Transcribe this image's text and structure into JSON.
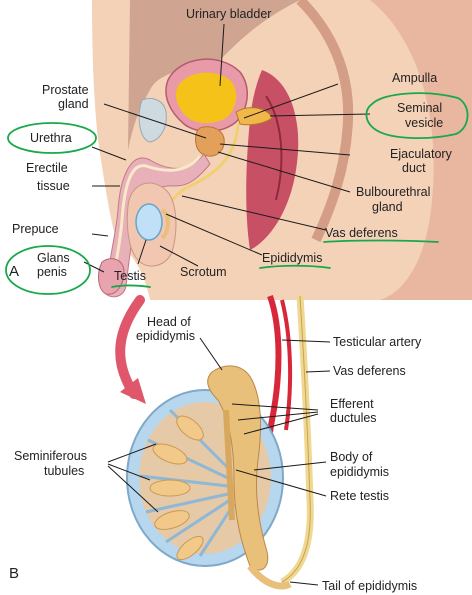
{
  "panel_a": {
    "panel_label": "A",
    "labels": {
      "urinary_bladder": "Urinary bladder",
      "prostate_line1": "Prostate",
      "prostate_line2": "gland",
      "urethra": "Urethra",
      "erectile_line1": "Erectile",
      "erectile_line2": "tissue",
      "prepuce": "Prepuce",
      "glans_line1": "Glans",
      "glans_line2": "penis",
      "testis": "Testis",
      "scrotum": "Scrotum",
      "epididymis": "Epididymis",
      "vas_deferens": "Vas deferens",
      "ampulla": "Ampulla",
      "seminal_line1": "Seminal",
      "seminal_line2": "vesicle",
      "ejaculatory_line1": "Ejaculatory",
      "ejaculatory_line2": "duct",
      "bulbourethral_line1": "Bulbourethral",
      "bulbourethral_line2": "gland"
    }
  },
  "panel_b": {
    "panel_label": "B",
    "labels": {
      "head_line1": "Head of",
      "head_line2": "epididymis",
      "testicular_artery": "Testicular artery",
      "vas_deferens": "Vas deferens",
      "efferent_line1": "Efferent",
      "efferent_line2": "ductules",
      "seminiferous_line1": "Seminiferous",
      "seminiferous_line2": "tubules",
      "body_line1": "Body of",
      "body_line2": "epididymis",
      "rete_testis": "Rete testis",
      "tail": "Tail of epididymis"
    }
  },
  "colors": {
    "skin": "#f4d2b8",
    "organ_pink": "#e89aa8",
    "bladder_yellow": "#f5c21a",
    "artery_red": "#d8273b",
    "epididymis_tan": "#e9c07a",
    "tunica_blue": "#b7d7ee",
    "annotation_green": "#19a84a"
  }
}
